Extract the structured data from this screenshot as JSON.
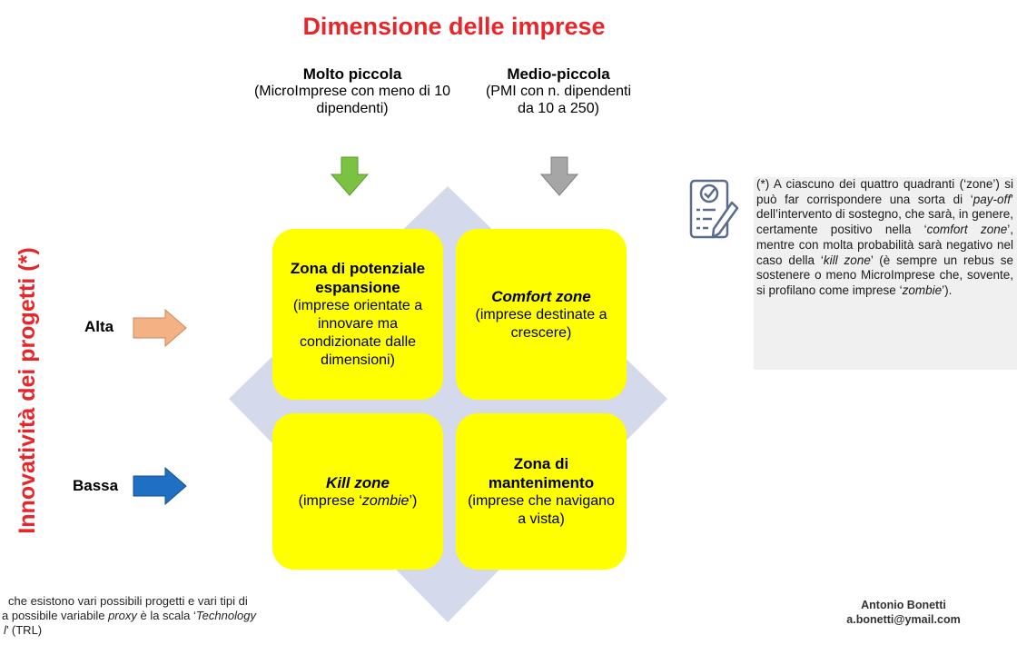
{
  "title": "Dimensione delle imprese",
  "columns": [
    {
      "head": "Molto piccola",
      "desc": "(MicroImprese con meno di 10 dipendenti)",
      "arrow_color": "#7cc242"
    },
    {
      "head": "Medio-piccola",
      "desc": "(PMI con n. dipendenti da 10 a 250)",
      "arrow_color": "#a6a6a6"
    }
  ],
  "rows": [
    {
      "label": "Alta",
      "arrow_color": "#f4b183"
    },
    {
      "label": "Bassa",
      "arrow_color": "#1f6fc5"
    }
  ],
  "vertical_label": "Innovatività dei progetti (*)",
  "quadrants": {
    "top_left": {
      "title": "Zona di potenziale espansione",
      "desc": "(imprese orientate a innovare ma condizionate dalle dimensioni)"
    },
    "top_right": {
      "title": "Comfort zone",
      "desc": "(imprese destinate a crescere)"
    },
    "bottom_left": {
      "title": "Kill zone",
      "desc_prefix": "(imprese ‘",
      "desc_em": "zombie",
      "desc_suffix": "’)"
    },
    "bottom_right": {
      "title": "Zona di mantenimento",
      "desc": "(imprese che navigano a vista)"
    }
  },
  "note": {
    "p1": "(*) A ciascuno dei quattro quadranti (‘zone’) si può far corrispondere una sorta di ‘",
    "em1": "pay-off",
    "p2": "’ dell’intervento di sostegno, che sarà, in genere, certamente positivo nella ‘",
    "em2": "comfort zone",
    "p3": "’, mentre con molta probabilità sarà negativo nel caso della ‘",
    "em3": "kill zone",
    "p4": "’ (è sempre un rebus se sostenere o meno MicroImprese che, sovente, si profilano come imprese ‘",
    "em4": "zombie",
    "p5": "’)."
  },
  "footnote": {
    "line1": "che esistono vari possibili progetti e vari tipi di",
    "line2_a": "a possibile variabile ",
    "line2_em": "proxy",
    "line2_b": " è la scala ‘",
    "line2_em2": "Technology",
    "line3_em": "l",
    "line3_b": "’ (TRL)"
  },
  "author": {
    "name": "Antonio Bonetti",
    "email": "a.bonetti@ymail.com"
  },
  "colors": {
    "title": "#e8262a",
    "quadrant": "#ffff00",
    "diamond": "#d4d9eb",
    "note_bg": "#f0f0f0"
  }
}
